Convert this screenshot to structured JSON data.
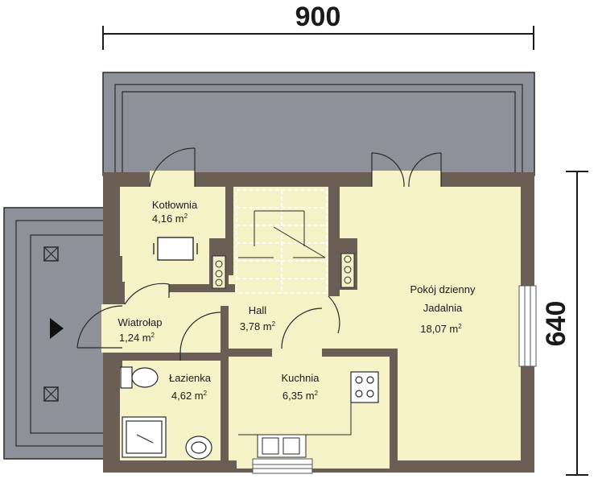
{
  "dimensions": {
    "width_label": "900",
    "height_label": "640"
  },
  "rooms": {
    "kotlownia": {
      "name": "Kotłownia",
      "area": "4,16 m",
      "unit_sup": "2"
    },
    "wiatrolap": {
      "name": "Wiatrołap",
      "area": "1,24 m",
      "unit_sup": "2"
    },
    "hall": {
      "name": "Hall",
      "area": "3,78 m",
      "unit_sup": "2"
    },
    "lazienka": {
      "name": "Łazienka",
      "area": "4,62 m",
      "unit_sup": "2"
    },
    "kuchnia": {
      "name": "Kuchnia",
      "area": "6,35 m",
      "unit_sup": "2"
    },
    "pokoj": {
      "name_line1": "Pokój dzienny",
      "name_line2": "Jadalnia",
      "area": "18,07 m",
      "unit_sup": "2"
    }
  },
  "colors": {
    "wall": "#6b5e55",
    "floor": "#f6f2c8",
    "roof": "#8e9199",
    "roof_line": "#2a2a2a",
    "dimension_line": "#1a1a1a"
  }
}
